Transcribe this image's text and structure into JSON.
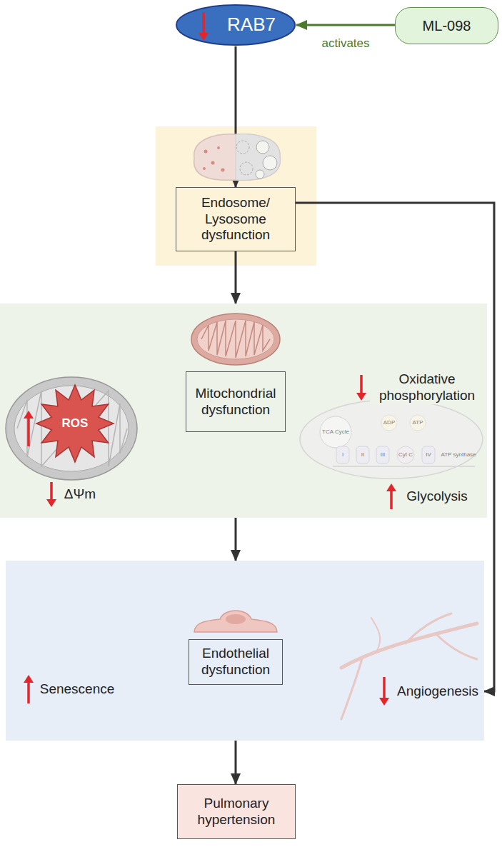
{
  "diagram": {
    "nodes": [
      {
        "text": [
          "RAB7"
        ]
      },
      {
        "text": [
          "ML-098"
        ]
      },
      {
        "text": [
          "Endosome/ Lysosome dysfunction"
        ]
      },
      {
        "text": [
          "ROS",
          "ΔΨm",
          "Oxidative phosphorylation",
          "Glycolysis"
        ]
      },
      {
        "text": [
          "Mitochondrial dysfunction"
        ],
        "in": 3
      },
      {
        "text": [
          "Senescence",
          "Angiogenesis"
        ]
      },
      {
        "text": [
          "Endothelial dysfunction"
        ],
        "in": 5
      },
      {
        "text": [
          "Pulmonary hypertension"
        ]
      }
    ],
    "edges": [
      {
        "from": 1,
        "to": 0,
        "label": "activates",
        "arrow": "to"
      },
      {
        "from": 0,
        "to": 2,
        "arrow": "to"
      },
      {
        "from": 2,
        "to": 3,
        "arrow": "to"
      },
      {
        "from": 2,
        "to": 5,
        "arrow": "to"
      },
      {
        "from": 3,
        "to": 5,
        "arrow": "to"
      },
      {
        "from": 5,
        "to": 7,
        "arrow": "to"
      }
    ],
    "labels": [
      "TCA Cycle",
      "ADP",
      "ATP",
      "I",
      "II",
      "III",
      "Cyt C",
      "IV",
      "ATP synthase"
    ]
  }
}
